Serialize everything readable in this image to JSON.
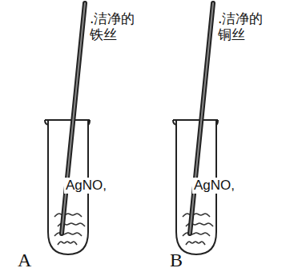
{
  "diagram": {
    "labels": [
      ".洁净的 铁丝",
      "AgNO,",
      ".洁净的 铜丝",
      "AgNO,",
      "A",
      "B"
    ]
  }
}
